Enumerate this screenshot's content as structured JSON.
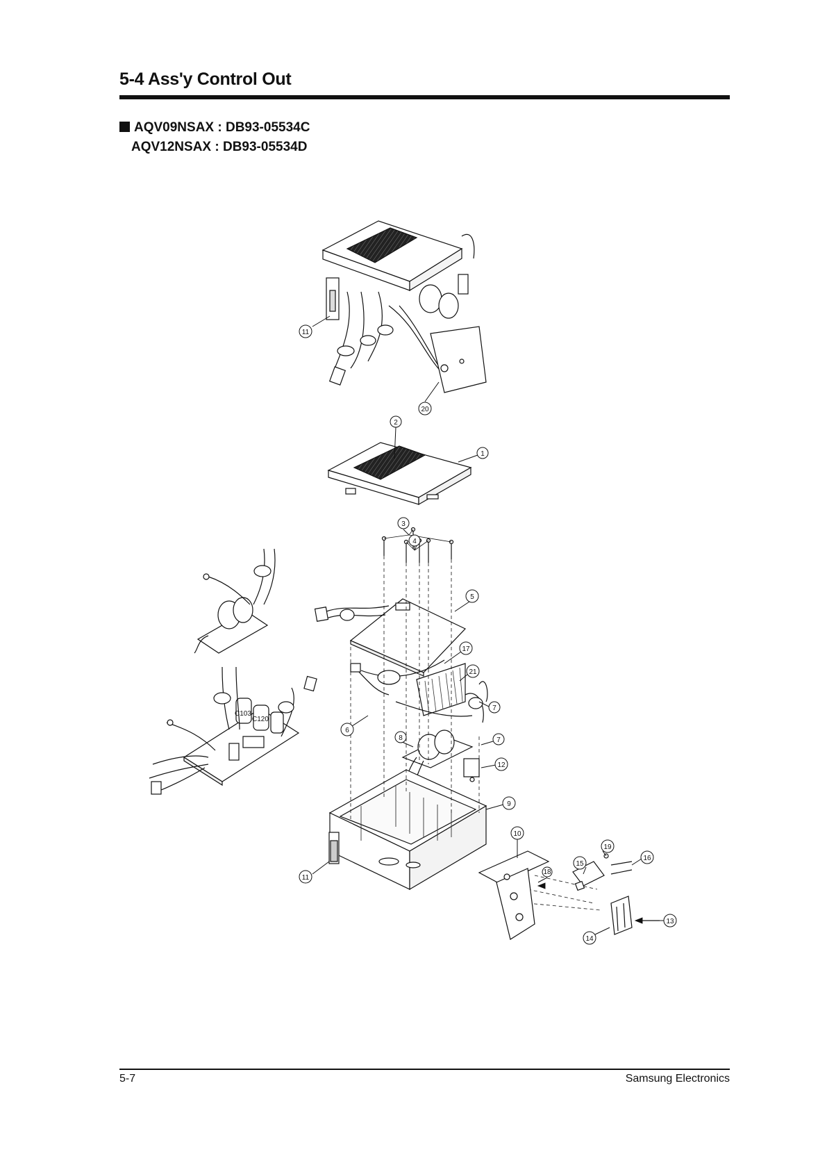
{
  "header": {
    "title": "5-4 Ass'y Control Out"
  },
  "models": [
    {
      "label": "AQV09NSAX : DB93-05534C"
    },
    {
      "label": "AQV12NSAX : DB93-05534D"
    }
  ],
  "diagram": {
    "callouts": [
      "11",
      "20",
      "2",
      "1",
      "3",
      "4",
      "5",
      "17",
      "21",
      "7",
      "6",
      "8",
      "7",
      "12",
      "9",
      "10",
      "19",
      "15",
      "16",
      "18",
      "13",
      "14",
      "11"
    ],
    "board_labels": [
      "C103",
      "C120"
    ]
  },
  "footer": {
    "page": "5-7",
    "company": "Samsung Electronics"
  }
}
